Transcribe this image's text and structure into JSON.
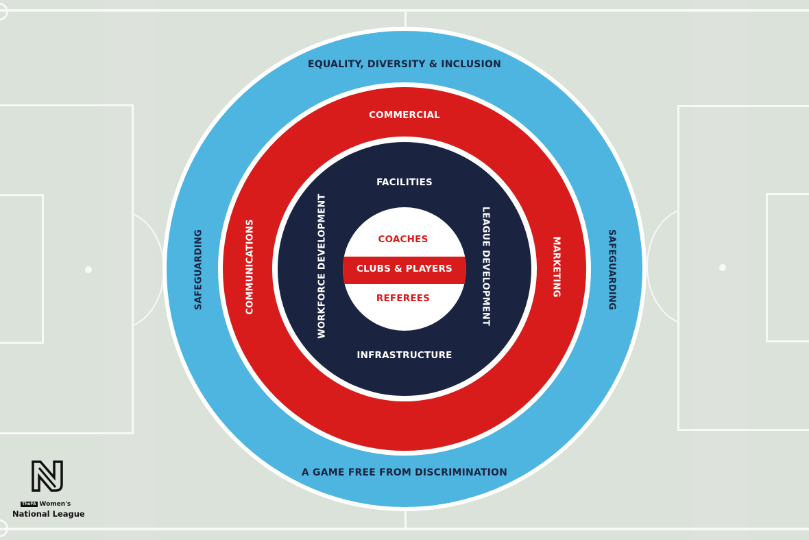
{
  "diagram": {
    "type": "concentric-circles",
    "colors": {
      "background": "#dbe2da",
      "pitch_lines": "#f7f9f6",
      "outer_ring": "#4db5e0",
      "middle_ring": "#d81c1c",
      "inner_ring": "#1a2340",
      "core": "#ffffff",
      "separator": "#ffffff"
    },
    "outer_ring": {
      "top": "EQUALITY, DIVERSITY & INCLUSION",
      "left": "SAFEGUARDING",
      "right": "SAFEGUARDING",
      "bottom": "A GAME FREE FROM DISCRIMINATION"
    },
    "middle_ring": {
      "top": "COMMERCIAL",
      "left": "COMMUNICATIONS",
      "right": "MARKETING"
    },
    "inner_ring": {
      "top": "FACILITIES",
      "left": "WORKFORCE DEVELOPMENT",
      "right": "LEAGUE DEVELOPMENT",
      "bottom": "INFRASTRUCTURE"
    },
    "core": {
      "top": "COACHES",
      "middle": "CLUBS & PLAYERS",
      "bottom": "REFEREES"
    }
  },
  "logo": {
    "badge": "TheFA",
    "line1": "Women's",
    "line2": "National League"
  }
}
